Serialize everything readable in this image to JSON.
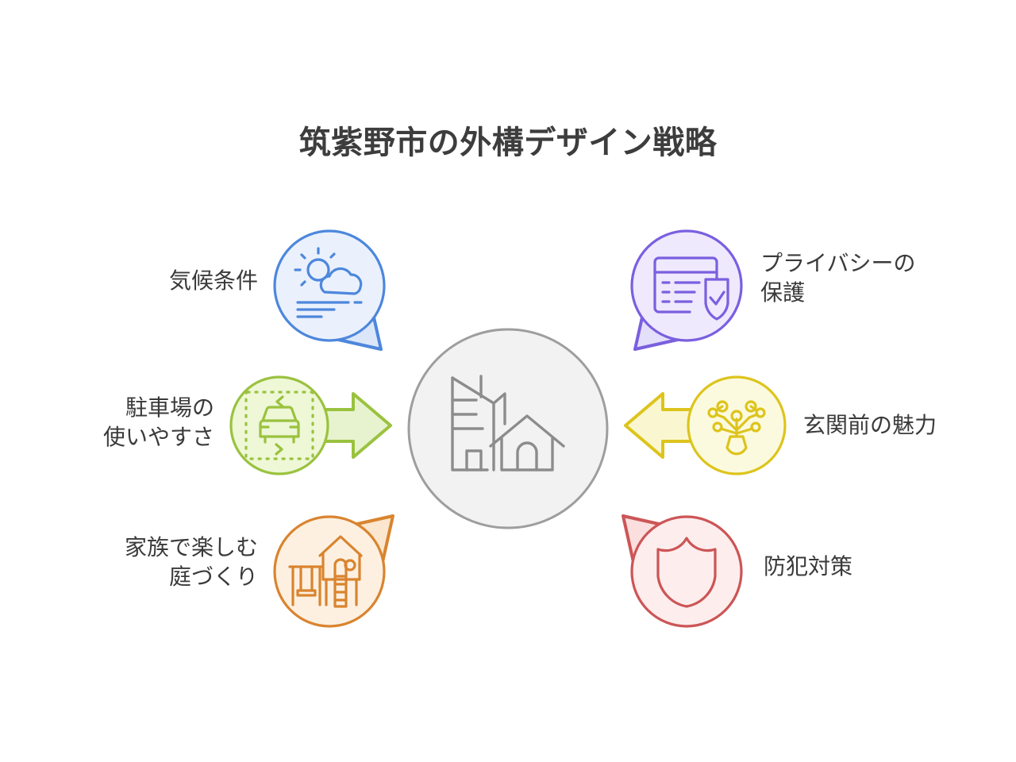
{
  "diagram": {
    "title": "筑紫野市の外構デザイン戦略",
    "type": "hub-and-spoke",
    "center": {
      "label": "",
      "icon": "buildings-house-icon",
      "fill": "#f2f2f2",
      "stroke": "#9e9e9e"
    },
    "nodes": [
      {
        "id": "climate",
        "label": "気候条件",
        "icon": "sun-cloud-weather-icon",
        "side": "left",
        "position": "top-left",
        "arrow_direction": "down-right",
        "fill": "#eaf1fc",
        "stroke": "#4d87dc"
      },
      {
        "id": "privacy",
        "label": "プライバシーの\n保護",
        "icon": "document-shield-check-icon",
        "side": "right",
        "position": "top-right",
        "arrow_direction": "down-left",
        "fill": "#eee9fc",
        "stroke": "#7a5fe0"
      },
      {
        "id": "parking",
        "label": "駐車場の\n使いやすさ",
        "icon": "car-parking-space-icon",
        "side": "left",
        "position": "middle-left",
        "arrow_direction": "right",
        "fill": "#eef7d6",
        "stroke": "#9ac23f"
      },
      {
        "id": "entrance",
        "label": "玄関前の魅力",
        "icon": "plant-nodes-vase-icon",
        "side": "right",
        "position": "middle-right",
        "arrow_direction": "left",
        "fill": "#fcfade",
        "stroke": "#ddc41c"
      },
      {
        "id": "garden",
        "label": "家族で楽しむ\n庭づくり",
        "icon": "playground-swing-slide-icon",
        "side": "left",
        "position": "bottom-left",
        "arrow_direction": "up-right",
        "fill": "#fdf0e1",
        "stroke": "#d9842f"
      },
      {
        "id": "security",
        "label": "防犯対策",
        "icon": "shield-security-icon",
        "side": "right",
        "position": "bottom-right",
        "arrow_direction": "up-left",
        "fill": "#fdeded",
        "stroke": "#cc5556"
      }
    ]
  },
  "colors": {
    "background": "#ffffff",
    "title_text": "#3d3d3d",
    "label_text": "#3a3a3a"
  }
}
